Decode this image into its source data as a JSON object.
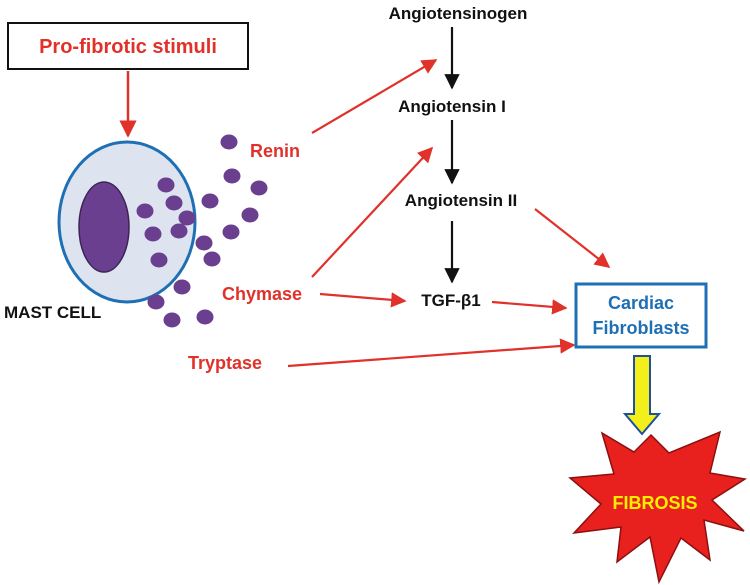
{
  "stimuli_label": "Pro-fibrotic stimuli",
  "cell_label": "MAST CELL",
  "mediators": {
    "renin": "Renin",
    "chymase": "Chymase",
    "tryptase": "Tryptase"
  },
  "pathway": {
    "angiotensinogen": "Angiotensinogen",
    "angiotensin_i": "Angiotensin I",
    "angiotensin_ii": "Angiotensin II",
    "tgf": "TGF-β1"
  },
  "fibroblasts": {
    "line1": "Cardiac",
    "line2": "Fibroblasts"
  },
  "fibrosis_label": "FIBROSIS",
  "colors": {
    "red": "#e0312a",
    "black": "#111111",
    "blue": "#1f6fb5",
    "granule": "#6a3f8f",
    "cell_fill": "#dde4f0",
    "cell_border": "#1f6fb5",
    "nucleus": "#6a3f8f",
    "fibrosis_fill": "#e8201e",
    "fibrosis_text": "#ffee00",
    "yellow_arrow": "#f3ef1a"
  }
}
